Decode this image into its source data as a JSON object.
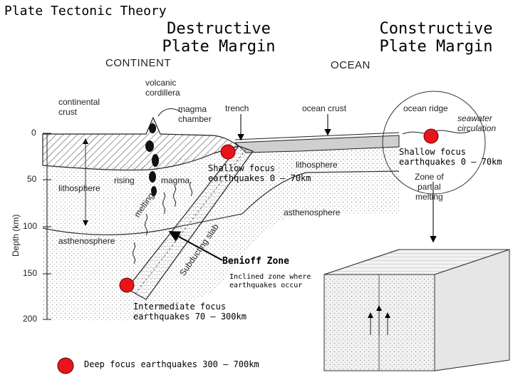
{
  "slide": {
    "title": "Plate Tectonic Theory",
    "heading_destructive": [
      "Destructive",
      "Plate Margin"
    ],
    "heading_constructive": [
      "Constructive",
      "Plate Margin"
    ]
  },
  "diagram": {
    "continent": "CONTINENT",
    "ocean": "OCEAN",
    "continental_crust": [
      "continental",
      "crust"
    ],
    "volcanic_cordillera": [
      "volcanic",
      "cordillera"
    ],
    "magma_chamber": [
      "magma",
      "chamber"
    ],
    "trench": "trench",
    "ocean_crust": "ocean crust",
    "ocean_ridge": "ocean ridge",
    "seawater_circulation": [
      "seawater",
      "circulation"
    ],
    "lithosphere_left": "lithosphere",
    "rising": "rising",
    "magma": "magma",
    "lithosphere_center": "lithosphere",
    "zone_partial_melting": [
      "Zone of",
      "partial",
      "melting"
    ],
    "asthenosphere_left": "asthenosphere",
    "asthenosphere_right": "asthenosphere",
    "melting": "melting",
    "subducting_slab": "Subducting slab",
    "depth_axis_label": "Depth (km)",
    "depth_ticks": [
      "0",
      "50",
      "100",
      "150",
      "200"
    ]
  },
  "annotations": {
    "shallow_destructive": [
      "Shallow focus",
      "earthquakes 0 – 70km"
    ],
    "shallow_constructive": [
      "Shallow focus",
      "earthquakes 0 – 70km"
    ],
    "benioff_title": "Benioff Zone",
    "benioff_desc": [
      "Inclined zone where",
      "earthquakes occur"
    ],
    "intermediate": [
      "Intermediate focus",
      "earthquakes 70 – 300km"
    ],
    "deep_legend": "Deep focus earthquakes 300 – 700km"
  },
  "colors": {
    "quake_marker": "#e8141c",
    "background": "#ffffff"
  }
}
